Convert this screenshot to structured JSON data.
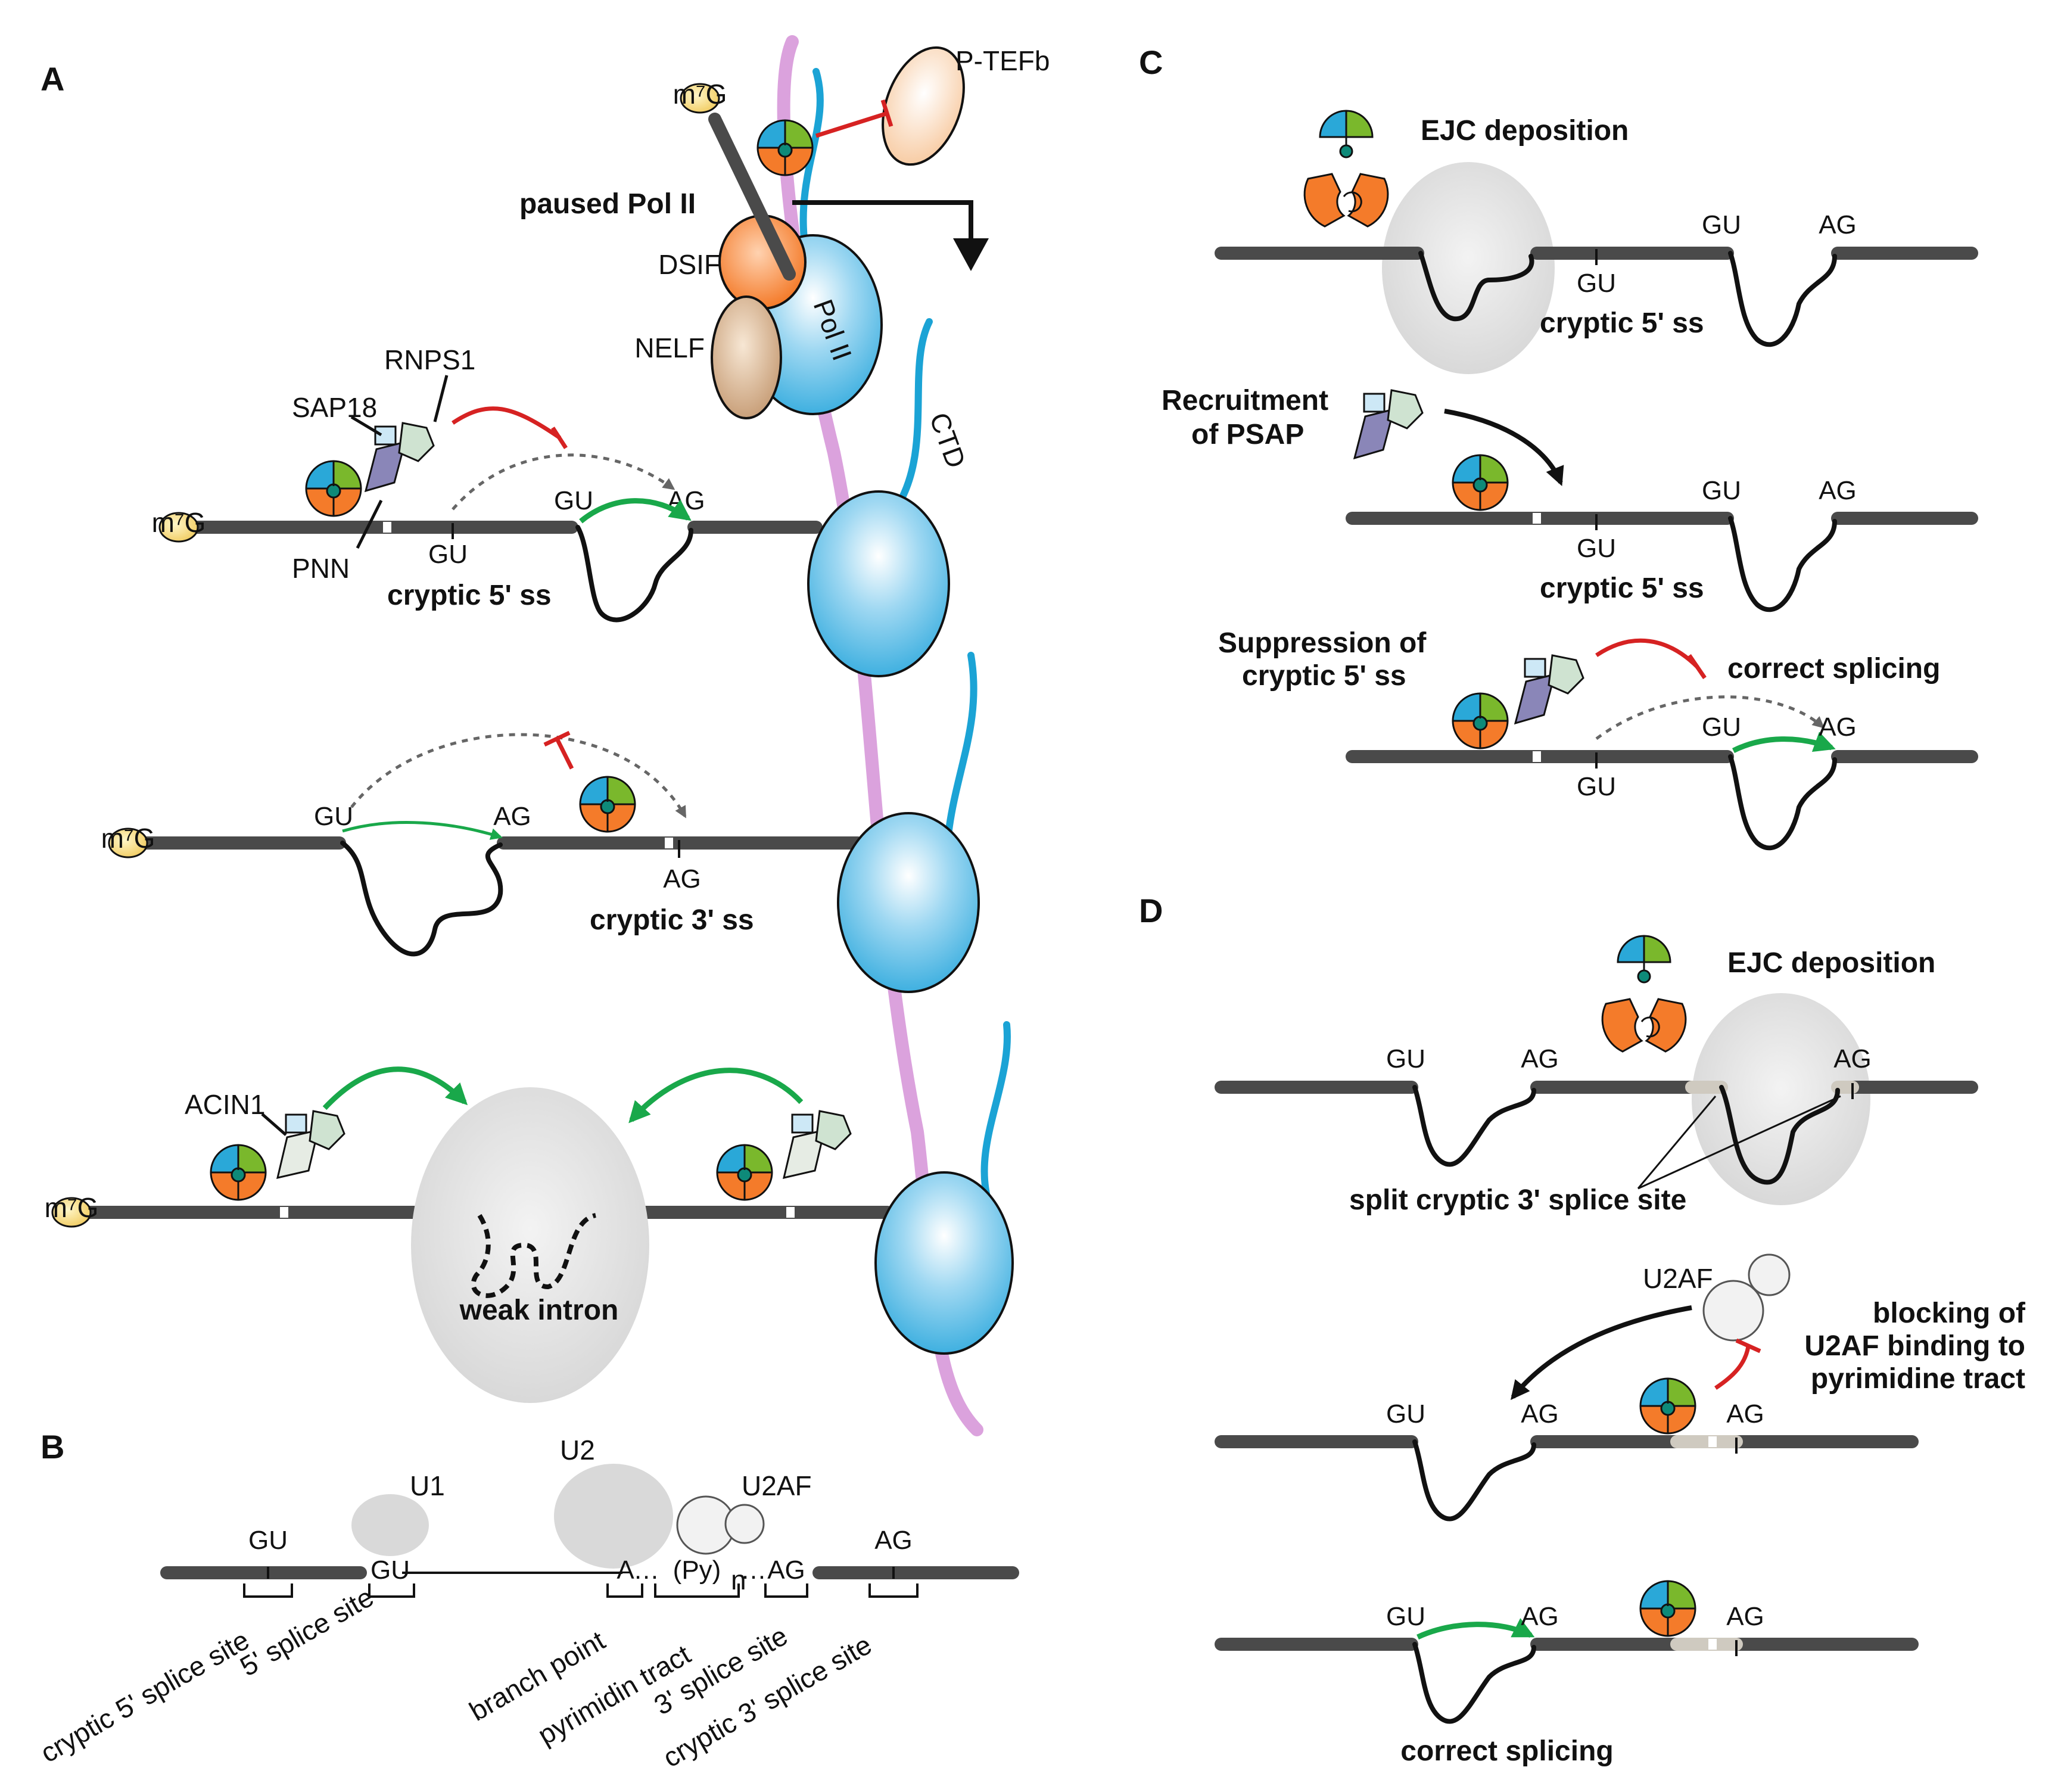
{
  "panels": {
    "a": "A",
    "b": "B",
    "c": "C",
    "d": "D"
  },
  "colors": {
    "rna": "#4a4a4a",
    "pol": "#55b9e3",
    "blue": "#1ba3d5",
    "pink": "#dba2dd",
    "orange": "#f47b2a",
    "green": "#7ab82c",
    "teal": "#0e8a79",
    "red": "#d62222",
    "greenArrow": "#19a84a",
    "grey": "#e4e4e4",
    "purple": "#8a86b8",
    "mint": "#cfe3d1",
    "cyan": "#cde8f6",
    "beige": "#c9a97f"
  },
  "icons": {
    "cap": "m7G-cap-icon",
    "ejc": "ejc-core-icon",
    "psap": "psap-complex-icon",
    "pol": "pol-ii-icon"
  },
  "a": {
    "cap": "m⁷G",
    "ptefb": "P-TEFb",
    "paused": "paused Pol II",
    "dsif": "DSIF",
    "pol": "Pol II",
    "nelf": "NELF",
    "ctd": "CTD",
    "rnps1": "RNPS1",
    "sap18": "SAP18",
    "pnn": "PNN",
    "gu": "GU",
    "ag": "AG",
    "cryptic5": "cryptic 5' ss",
    "cryptic3": "cryptic 3' ss",
    "acin1": "ACIN1",
    "weak": "weak intron"
  },
  "b": {
    "u1": "U1",
    "u2": "U2",
    "u2af": "U2AF",
    "gu": "GU",
    "ag": "AG",
    "a": "A",
    "dots": "…",
    "py": "(Py)",
    "n": "n",
    "labels": [
      "cryptic 5' splice site",
      "5' splice site",
      "branch point",
      "pyrimidin tract",
      "3' splice site",
      "cryptic 3' splice site"
    ]
  },
  "c": {
    "ejc": "EJC deposition",
    "recruit1": "Recruitment",
    "recruit2": "of PSAP",
    "supp1": "Suppression of",
    "supp2": "cryptic 5' ss",
    "correct": "correct splicing",
    "gu": "GU",
    "ag": "AG",
    "cryptic5": "cryptic 5' ss"
  },
  "d": {
    "ejc": "EJC deposition",
    "split": "split cryptic 3' splice site",
    "u2af": "U2AF",
    "block1": "blocking of",
    "block2": "U2AF binding to",
    "block3": "pyrimidine tract",
    "gu": "GU",
    "ag": "AG",
    "correct": "correct splicing"
  }
}
